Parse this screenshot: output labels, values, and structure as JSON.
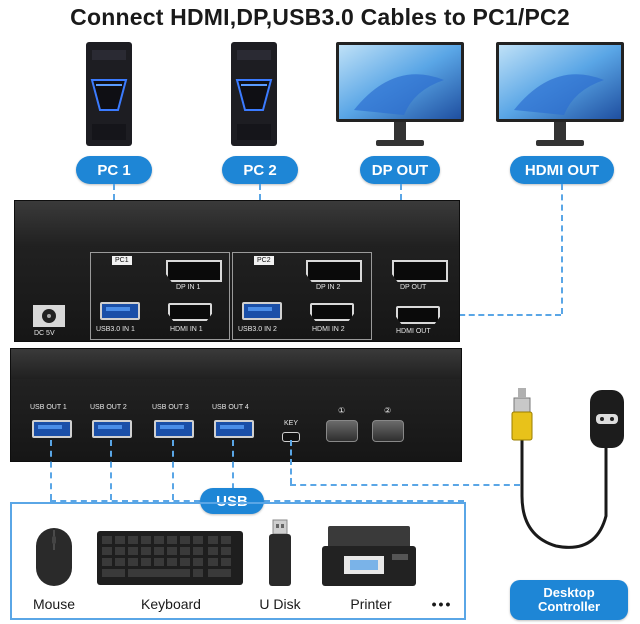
{
  "title": "Connect HDMI,DP,USB3.0 Cables to PC1/PC2",
  "top_labels": {
    "pc1": "PC 1",
    "pc2": "PC 2",
    "dp_out": "DP OUT",
    "hdmi_out": "HDMI OUT"
  },
  "back_panel": {
    "group1_tag": "PC1",
    "group2_tag": "PC2",
    "dp_in_1": "DP IN 1",
    "dp_in_2": "DP IN 2",
    "usb_in_1": "USB3.0 IN 1",
    "usb_in_2": "USB3.0 IN 2",
    "hdmi_in_1": "HDMI IN 1",
    "hdmi_in_2": "HDMI IN 2",
    "dp_out": "DP OUT",
    "hdmi_out": "HDMI OUT",
    "dc": "DC 5V"
  },
  "front_panel": {
    "usb_out_1": "USB OUT 1",
    "usb_out_2": "USB OUT 2",
    "usb_out_3": "USB OUT 3",
    "usb_out_4": "USB OUT 4",
    "key": "KEY",
    "led1": "①",
    "led2": "②"
  },
  "usb_label": "USB",
  "devices": [
    "Mouse",
    "Keyboard",
    "U Disk",
    "Printer"
  ],
  "more": "•••",
  "controller_label": "Desktop Controller",
  "colors": {
    "accent": "#1e86d6",
    "dash": "#5aa6e6",
    "box": "#1c1c1c"
  }
}
